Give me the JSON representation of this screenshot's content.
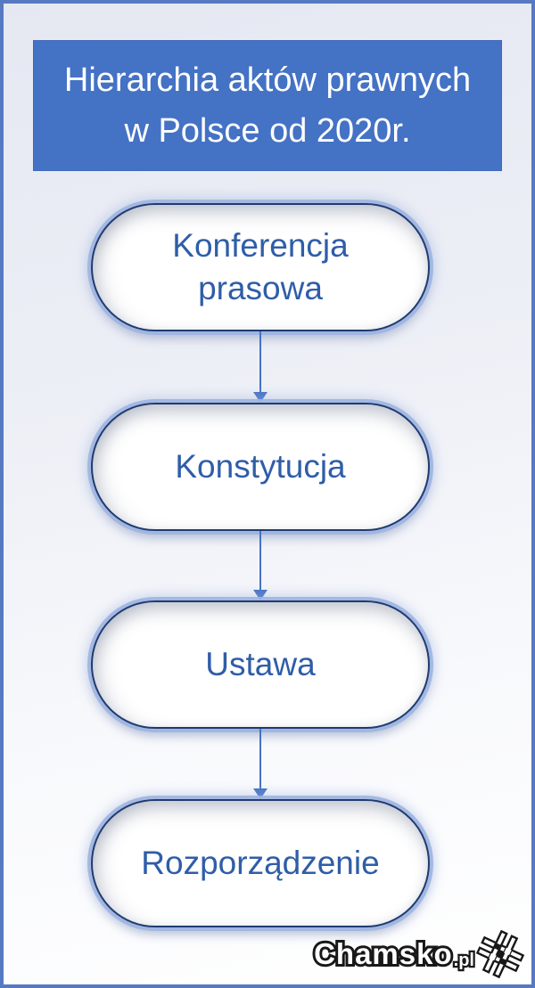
{
  "header": {
    "title": "Hierarchia aktów prawnych\nw Polsce od 2020r."
  },
  "diagram": {
    "type": "top-down-flowchart",
    "nodes": [
      {
        "label": "Konferencja\nprasowa"
      },
      {
        "label": "Konstytucja"
      },
      {
        "label": "Ustawa"
      },
      {
        "label": "Rozporządzenie"
      }
    ],
    "connections": [
      {
        "from": 0,
        "to": 1
      },
      {
        "from": 1,
        "to": 2
      },
      {
        "from": 2,
        "to": 3
      }
    ]
  },
  "watermark": {
    "brand": "Chamsko",
    "tld": ".pl",
    "logo": "tilted-hash-crosshair-icon"
  },
  "colors": {
    "title_bg": "#4472C4",
    "title_text": "#FFFFFF",
    "node_fill": "#FFFFFF",
    "node_border": "#1F3B70",
    "node_glow": "#9DB4E0",
    "node_text": "#2F5DA8",
    "arrow": "#4472C4",
    "frame_border": "#5679C2",
    "background_top": "#E5E8F2",
    "background_bottom": "#FFFFFF"
  }
}
